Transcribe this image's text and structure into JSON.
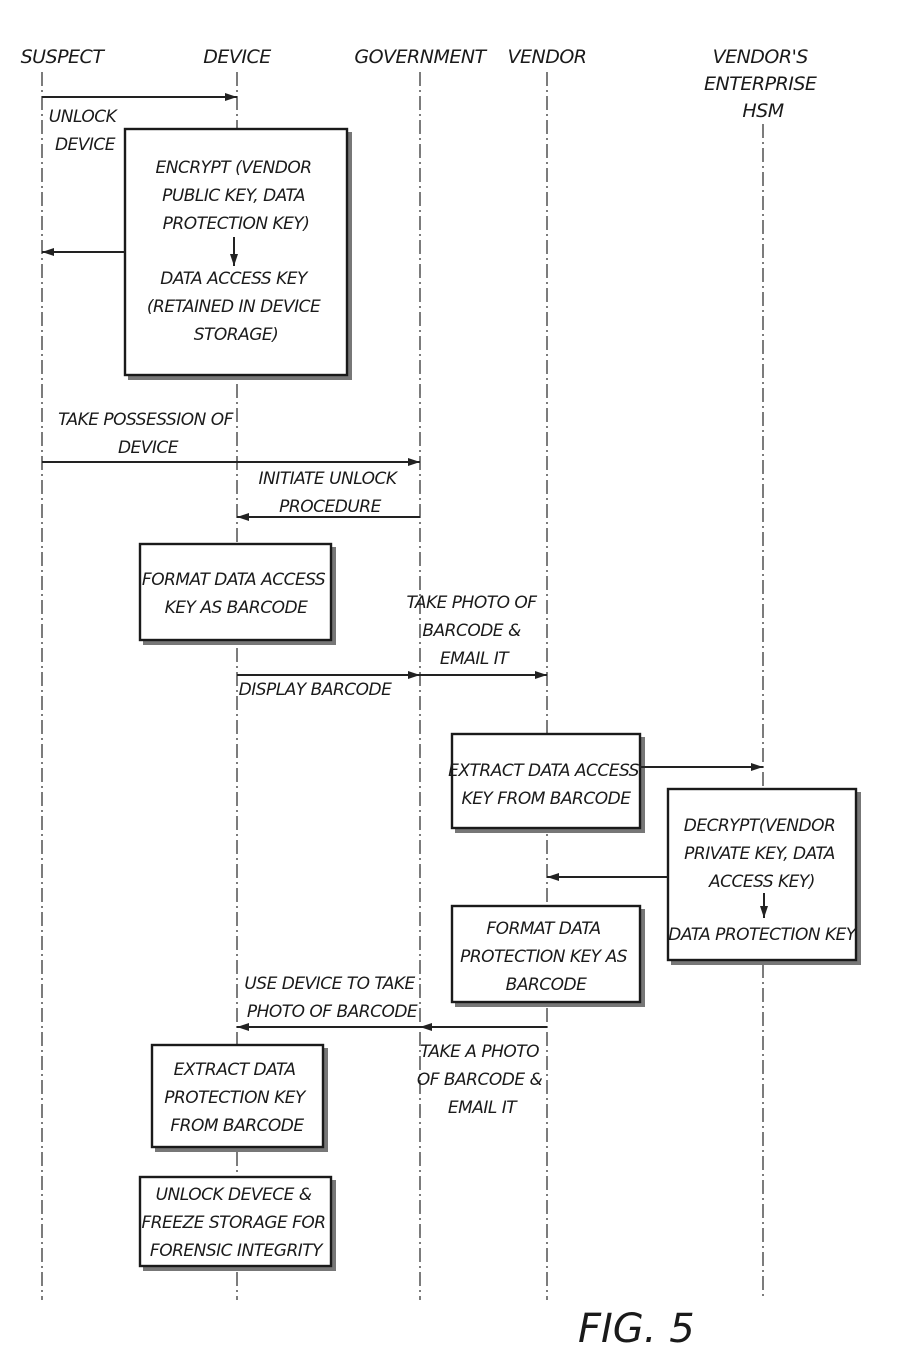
{
  "lifelines": {
    "suspect": "SUSPECT",
    "device": "DEVICE",
    "government": "GOVERNMENT",
    "vendor": "VENDOR",
    "hsm": [
      "VENDOR'S",
      "ENTERPRISE",
      "HSM"
    ]
  },
  "messages": {
    "unlock_device": [
      "UNLOCK",
      "DEVICE"
    ],
    "take_possession": [
      "TAKE POSSESSION OF",
      "DEVICE"
    ],
    "initiate_unlock": [
      "INITIATE UNLOCK",
      "PROCEDURE"
    ],
    "display_barcode": "DISPLAY BARCODE",
    "take_photo_email": [
      "TAKE PHOTO OF",
      "BARCODE &",
      "EMAIL IT"
    ],
    "use_device_photo": [
      "USE DEVICE TO TAKE",
      "PHOTO OF BARCODE"
    ],
    "take_a_photo_email": [
      "TAKE A  PHOTO",
      "OF BARCODE &",
      "EMAIL IT"
    ]
  },
  "boxes": {
    "encrypt": [
      "ENCRYPT (VENDOR",
      "PUBLIC KEY, DATA",
      "PROTECTION KEY)"
    ],
    "data_access_key": [
      "DATA ACCESS KEY",
      "(RETAINED IN DEVICE",
      "STORAGE)"
    ],
    "format_access_key": [
      "FORMAT DATA ACCESS",
      "KEY AS BARCODE"
    ],
    "extract_access_key": [
      "EXTRACT DATA ACCESS",
      "KEY FROM BARCODE"
    ],
    "decrypt": [
      "DECRYPT(VENDOR",
      "PRIVATE KEY, DATA",
      "ACCESS KEY)"
    ],
    "data_protection_key": "DATA PROTECTION KEY",
    "format_protection_key": [
      "FORMAT DATA",
      "PROTECTION KEY AS",
      "BARCODE"
    ],
    "extract_protection_key": [
      "EXTRACT DATA",
      "PROTECTION KEY",
      "FROM BARCODE"
    ],
    "unlock_freeze": [
      "UNLOCK DEVECE &",
      "FREEZE STORAGE FOR",
      "FORENSIC INTEGRITY"
    ]
  },
  "figure_label": "FIG. 5"
}
